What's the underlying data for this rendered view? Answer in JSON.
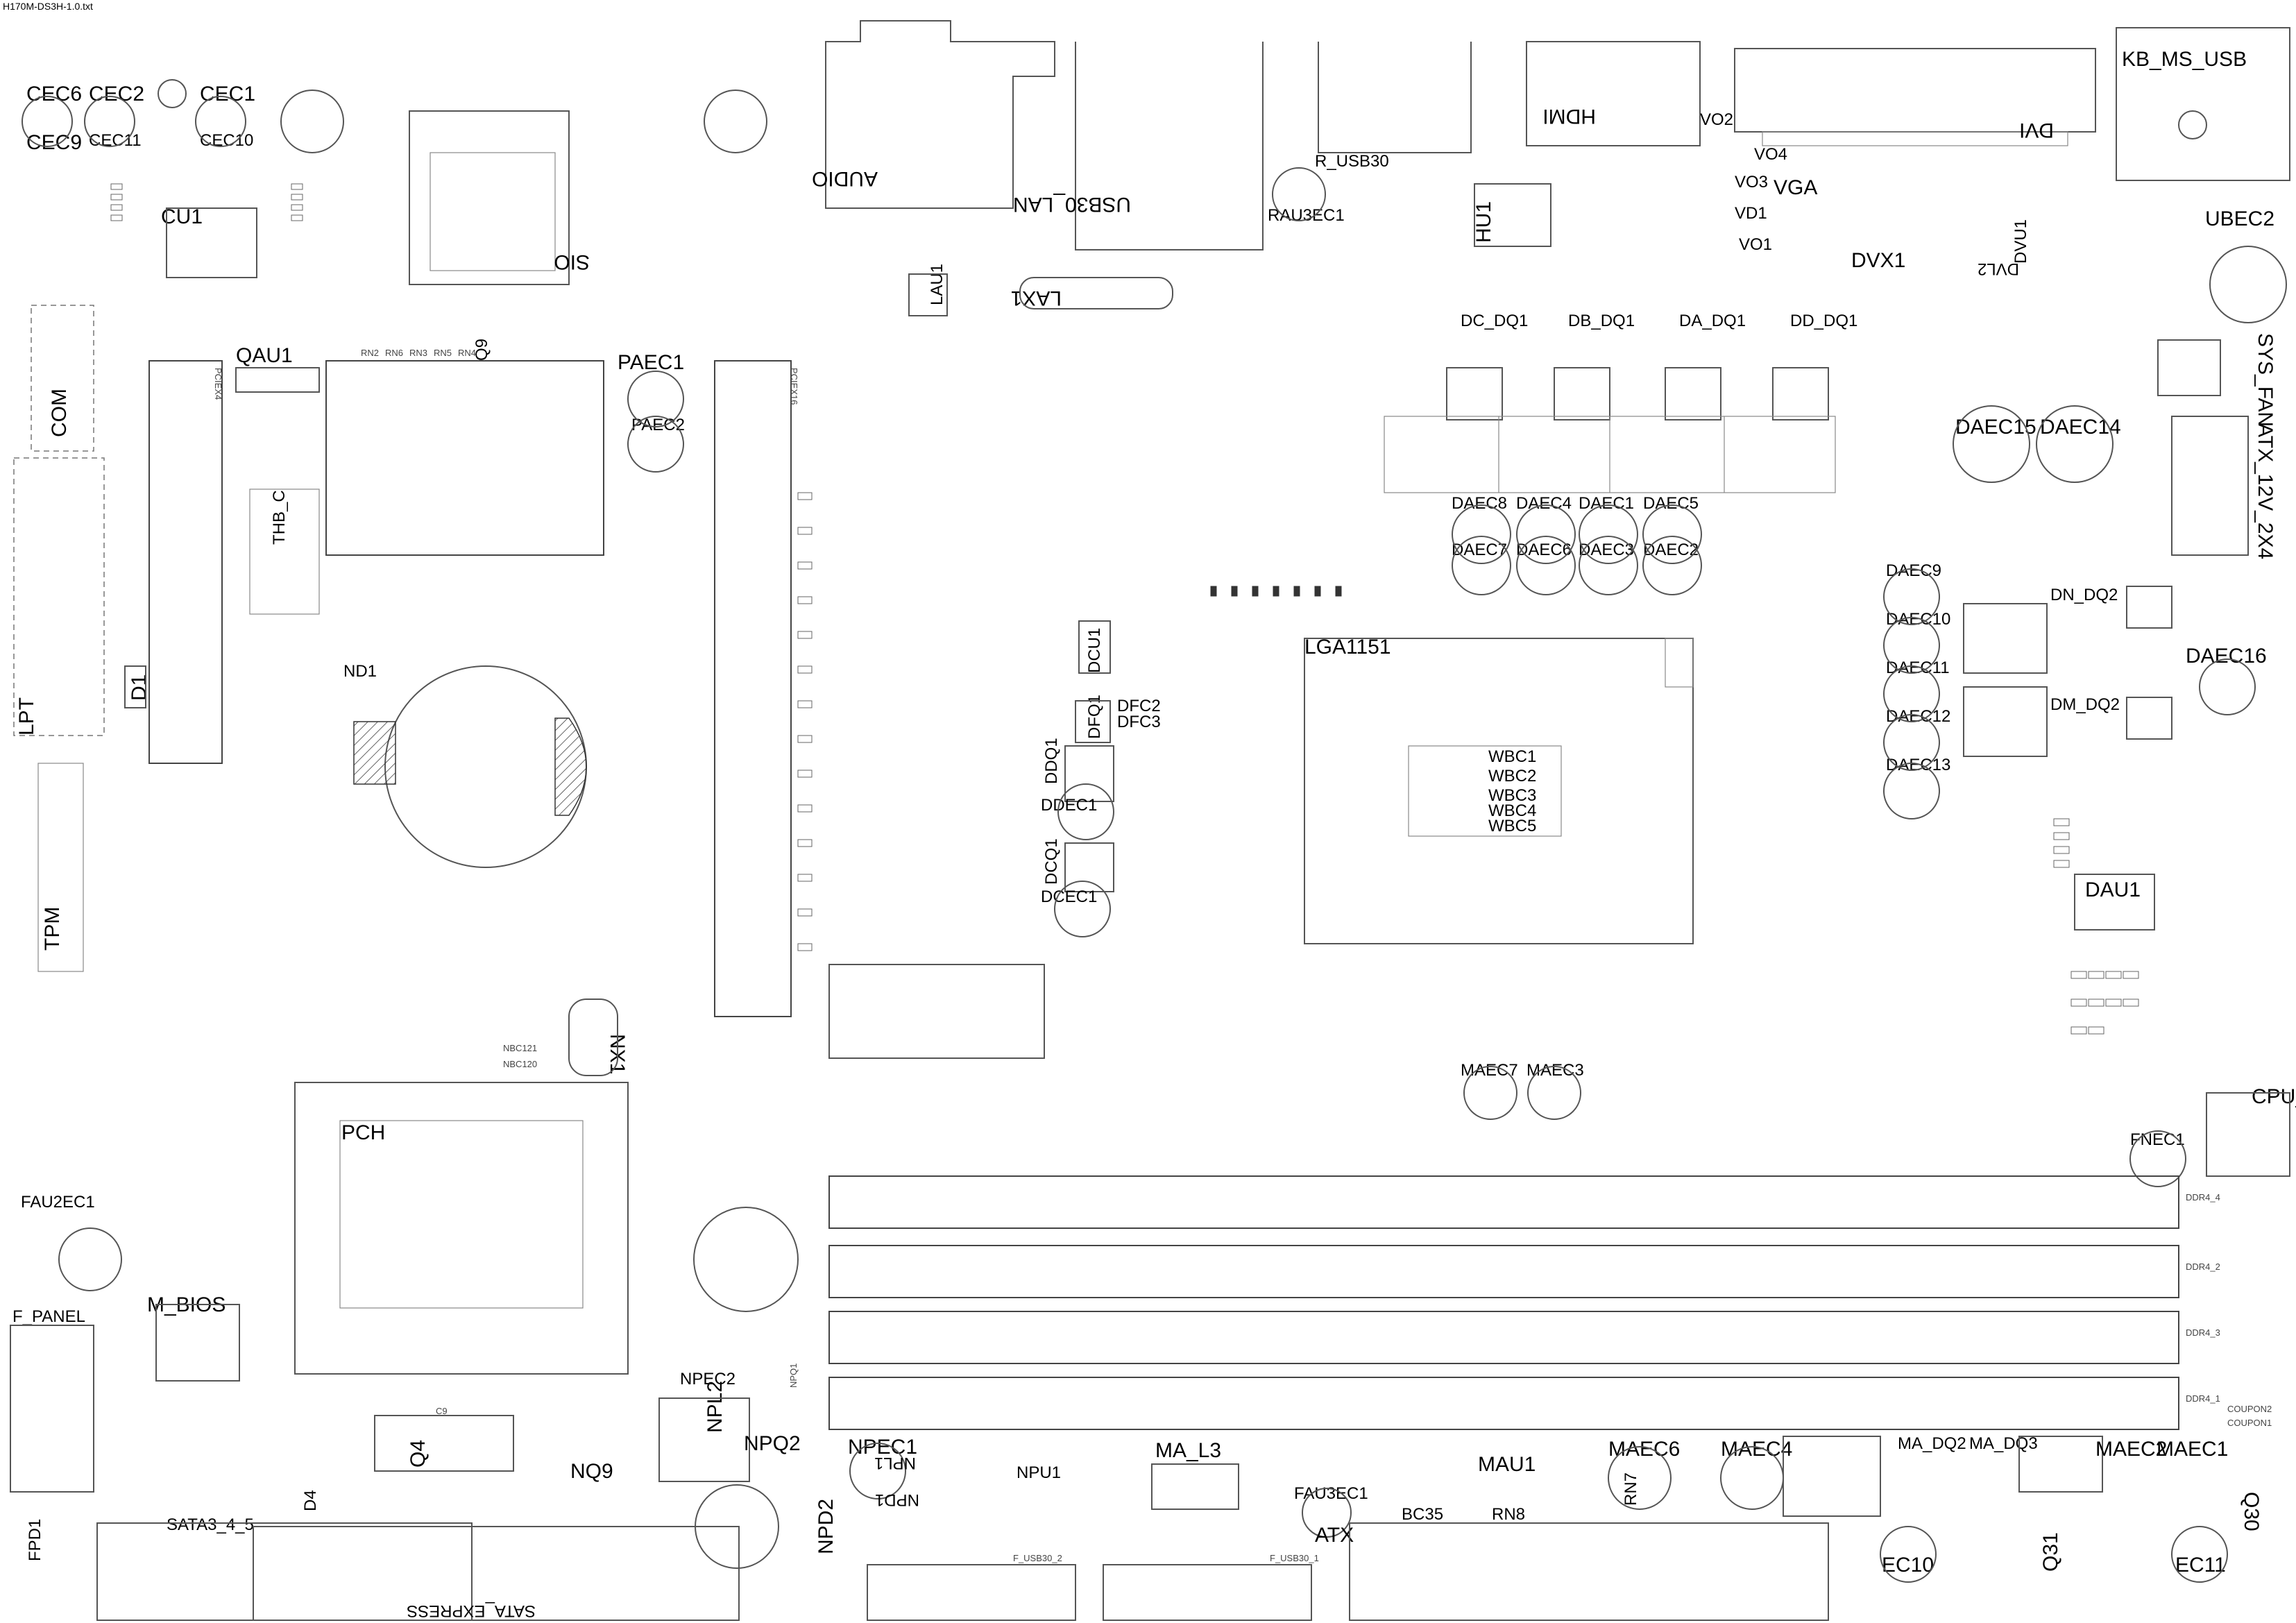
{
  "file_title": "H170M-DS3H-1.0.txt",
  "components": {
    "kb_ms_usb": "KB_MS_USB",
    "dvi": "DVI",
    "vga": "VGA",
    "hdmi": "HDMI",
    "dvx1": "DVX1",
    "dvl2": "DVL2",
    "dvu1": "DVU1",
    "ubec2": "UBEC2",
    "vo2": "VO2",
    "vo4": "VO4",
    "vo3": "VO3",
    "vd1": "VD1",
    "vo1": "VO1",
    "audio": "AUDIO",
    "usb30_lan": "USB30_LAN",
    "r_usb30": "R_USB30",
    "rau3ec1": "RAU3EC1",
    "hu1": "HU1",
    "lax1": "LAX1",
    "lau1": "LAU1",
    "sio": "SIO",
    "cu1": "CU1",
    "cec6": "CEC6",
    "cec2": "CEC2",
    "cec1": "CEC1",
    "cec9": "CEC9",
    "cec11": "CEC11",
    "cec10": "CEC10",
    "qau1": "QAU1",
    "q9": "Q9",
    "paec1": "PAEC1",
    "paec2": "PAEC2",
    "pcie16": "PCIEX16",
    "pciex4": "PCIEX4",
    "com": "COM",
    "lpt": "LPT",
    "tpm": "TPM",
    "d1": "D1",
    "nd1": "ND1",
    "thb_c": "THB_C",
    "lga1151": "LGA1151",
    "dc_dq1": "DC_DQ1",
    "db_dq1": "DB_DQ1",
    "da_dq1": "DA_DQ1",
    "dd_dq1": "DD_DQ1",
    "daec8": "DAEC8",
    "daec4": "DAEC4",
    "daec1": "DAEC1",
    "daec5": "DAEC5",
    "daec7": "DAEC7",
    "daec6": "DAEC6",
    "daec3": "DAEC3",
    "daec2": "DAEC2",
    "daec15": "DAEC15",
    "daec14": "DAEC14",
    "daec9": "DAEC9",
    "daec10": "DAEC10",
    "daec11": "DAEC11",
    "daec12": "DAEC12",
    "daec13": "DAEC13",
    "daec16": "DAEC16",
    "dn_dq2": "DN_DQ2",
    "dm_dq2": "DM_DQ2",
    "dau1": "DAU1",
    "sys_fan": "SYS_FAN",
    "atx_12v_2x4": "ATX_12V_2X4",
    "cpu_fan": "CPU_FAN",
    "fnec1": "FNEC1",
    "maec7": "MAEC7",
    "maec3": "MAEC3",
    "dcu1": "DCU1",
    "dfq1": "DFQ1",
    "dfc2": "DFC2",
    "dfc3": "DFC3",
    "ddq1": "DDQ1",
    "ddec1": "DDEC1",
    "dcq1": "DCQ1",
    "dcec1": "DCEC1",
    "nx1": "NX1",
    "pch": "PCH",
    "nbc121": "NBC121",
    "nbc120": "NBC120",
    "m_bios": "M_BIOS",
    "f_panel": "F_PANEL",
    "fau2ec1": "FAU2EC1",
    "npec2": "NPEC2",
    "npl2": "NPL2",
    "npq2": "NPQ2",
    "npq1": "NPQ1",
    "npd2": "NPD2",
    "npec1": "NPEC1",
    "npl1": "NPL1",
    "npd1": "NPD1",
    "npu1": "NPU1",
    "ma_l3": "MA_L3",
    "mau1": "MAU1",
    "maec6": "MAEC6",
    "maec4": "MAEC4",
    "ma_dq2": "MA_DQ2",
    "ma_dq3": "MA_DQ3",
    "maec2": "MAEC2",
    "maec1": "MAEC1",
    "q30": "Q30",
    "q31": "Q31",
    "ec10": "EC10",
    "ec11": "EC11",
    "rn8": "RN8",
    "rn7": "RN7",
    "bc35": "BC35",
    "au3ec1": "FAU3EC1",
    "atx": "ATX",
    "q4": "Q4",
    "d4": "D4",
    "nq9": "NQ9",
    "sata3_4_5": "SATA3_4_5",
    "sata_express": "SATA_EXPRESS",
    "fpd1": "FPD1",
    "f_usb30_1": "F_USB30_1",
    "f_usb30_2": "F_USB30_2",
    "ddr4_1": "DDR4_1",
    "ddr4_2": "DDR4_2",
    "ddr4_3": "DDR4_3",
    "ddr4_4": "DDR4_4",
    "coupon1": "COUPON1",
    "coupon2": "COUPON2",
    "wbc1": "WBC1",
    "wbc2": "WBC2",
    "wbc3": "WBC3",
    "wbc4": "WBC4",
    "wbc5": "WBC5",
    "c9": "C9",
    "rn_labels": [
      "RN2",
      "RN6",
      "RN3",
      "RN5",
      "RN4"
    ]
  }
}
